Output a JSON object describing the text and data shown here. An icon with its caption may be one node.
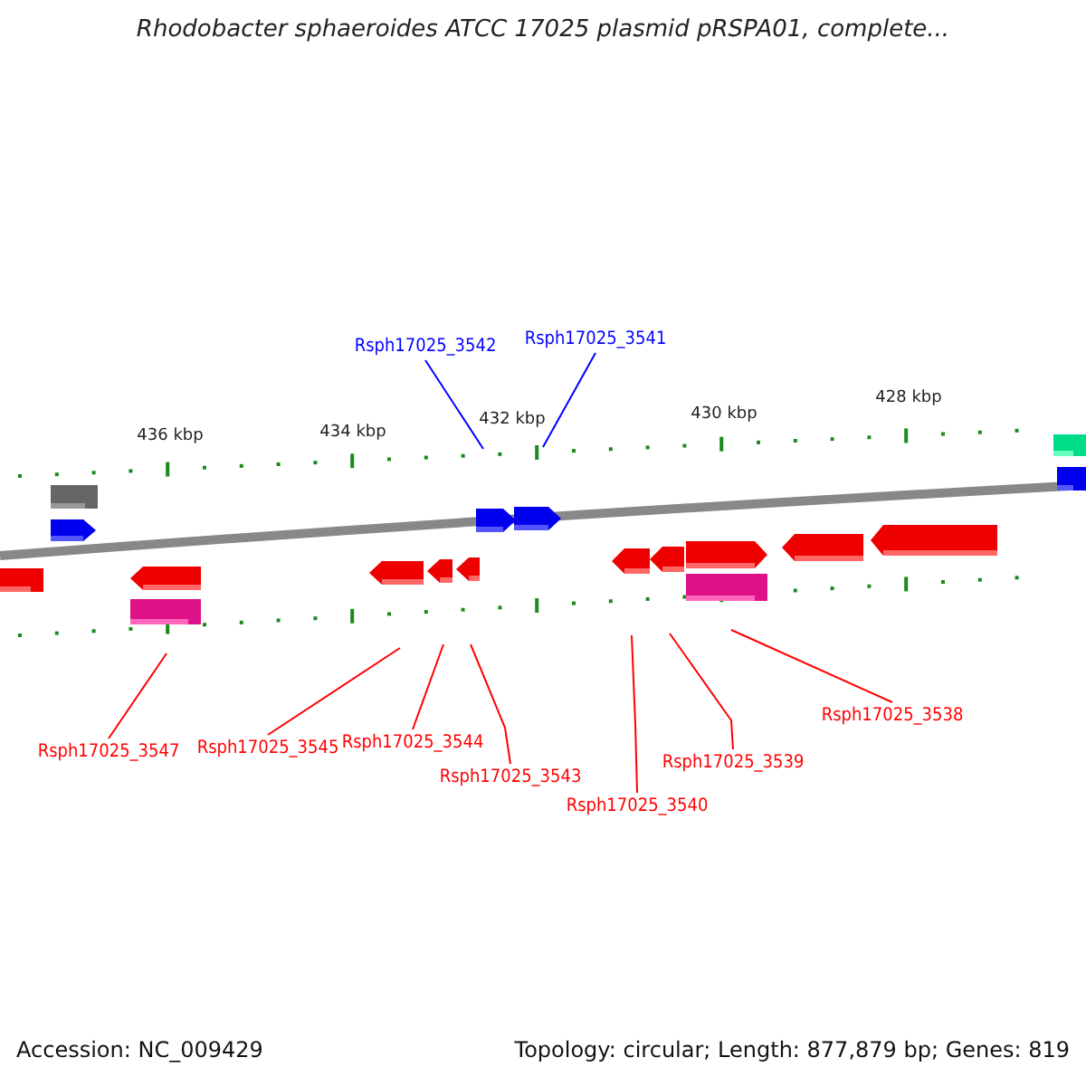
{
  "diagram": {
    "title": "Rhodobacter sphaeroides ATCC 17025 plasmid pRSPA01, complete...",
    "nodes": [
      {
        "text": [
          "Rsph17025_3542"
        ]
      },
      {
        "text": [
          "Rsph17025_3541"
        ]
      },
      {
        "text": [
          "Rsph17025_3547"
        ]
      },
      {
        "text": [
          "Rsph17025_3545"
        ]
      },
      {
        "text": [
          "Rsph17025_3544"
        ]
      },
      {
        "text": [
          "Rsph17025_3543"
        ]
      },
      {
        "text": [
          "Rsph17025_3540"
        ]
      },
      {
        "text": [
          "Rsph17025_3539"
        ]
      },
      {
        "text": [
          "Rsph17025_3538"
        ]
      }
    ],
    "edges": [
      {
        "from": 0,
        "to": null,
        "arrow": "none",
        "color": "#0000ff"
      },
      {
        "from": 1,
        "to": null,
        "arrow": "none",
        "color": "#0000ff"
      },
      {
        "from": 2,
        "to": null,
        "arrow": "none"
      },
      {
        "from": 3,
        "to": null,
        "arrow": "none"
      },
      {
        "from": 4,
        "to": null,
        "arrow": "none"
      },
      {
        "from": 5,
        "to": null,
        "arrow": "none"
      },
      {
        "from": 6,
        "to": null,
        "arrow": "none"
      },
      {
        "from": 7,
        "to": null,
        "arrow": "none"
      },
      {
        "from": 8,
        "to": null,
        "arrow": "none"
      }
    ],
    "labels": [
      "436 kbp",
      "434 kbp",
      "432 kbp",
      "430 kbp",
      "428 kbp",
      "Accession: NC_009429",
      "Topology: circular; Length: 877,879 bp; Genes: 819"
    ]
  }
}
